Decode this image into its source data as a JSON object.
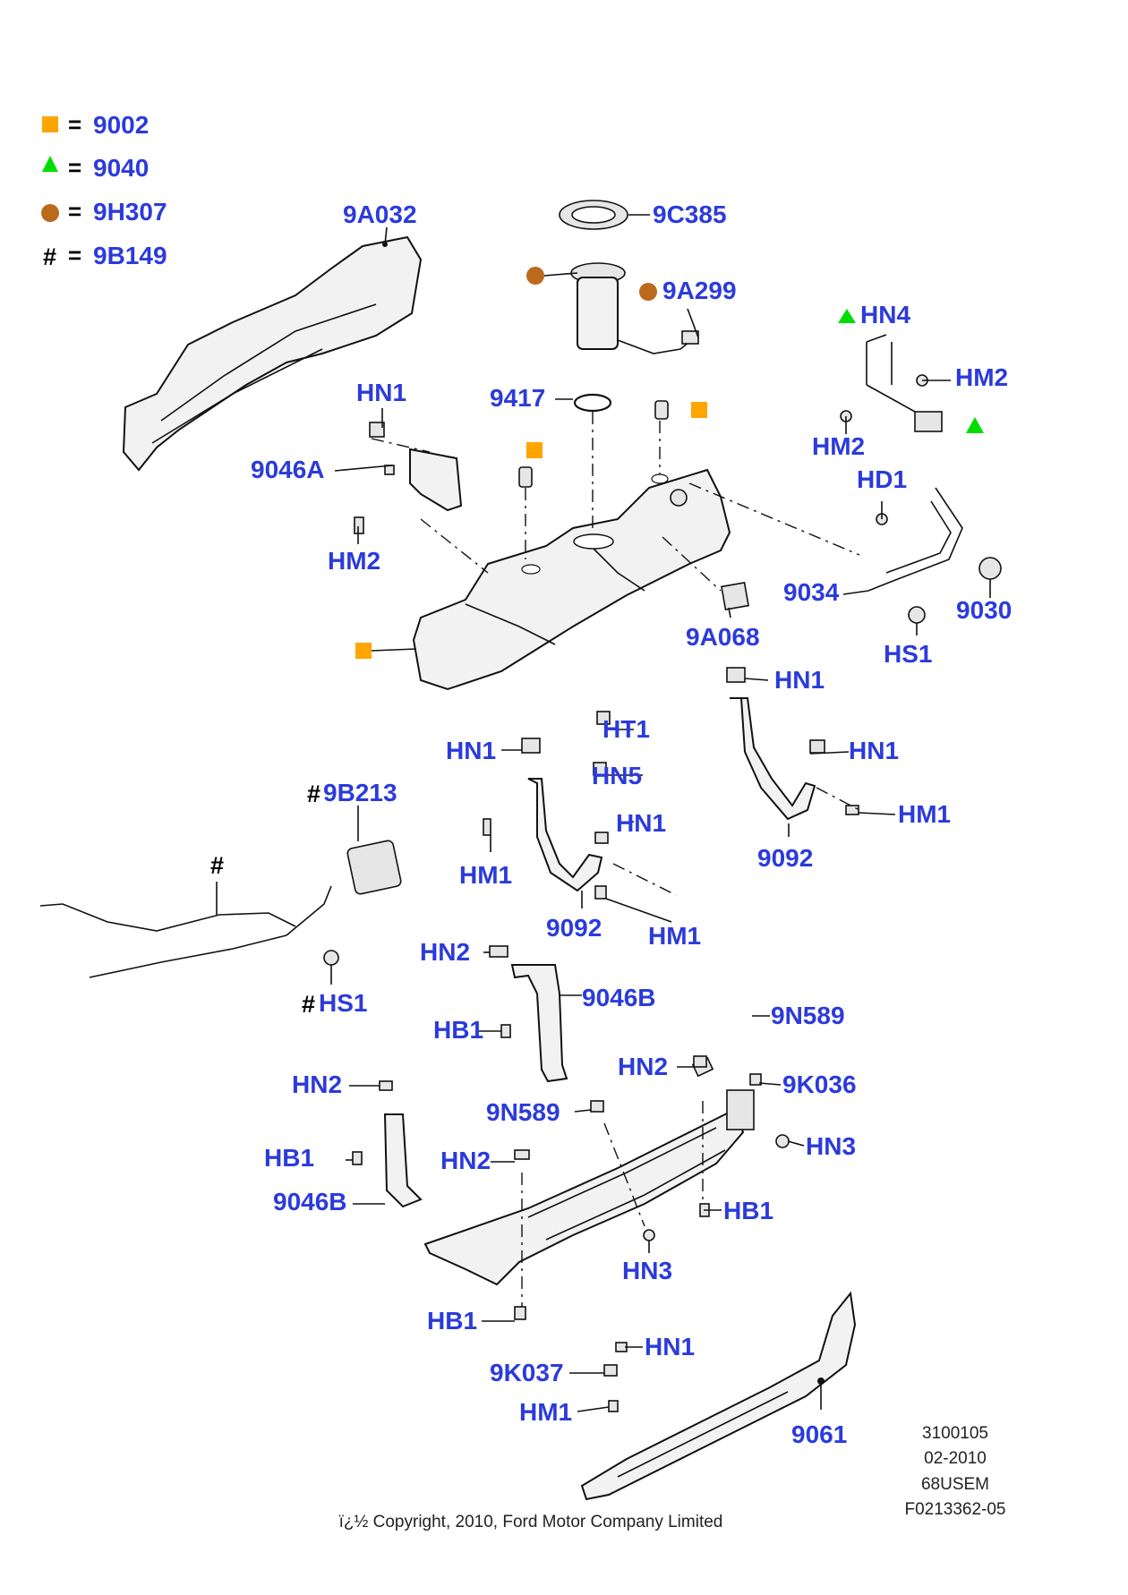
{
  "legend": [
    {
      "symbol": "square",
      "color": "#ffa500",
      "code": "9002"
    },
    {
      "symbol": "triangle",
      "color": "#00dd00",
      "code": "9040"
    },
    {
      "symbol": "circle",
      "color": "#bb6a1c",
      "code": "9H307"
    },
    {
      "symbol": "hash",
      "text": "#",
      "code": "9B149"
    }
  ],
  "legend_equals": "=",
  "labels": {
    "l_9A032": "9A032",
    "l_9C385": "9C385",
    "l_9A299": "9A299",
    "l_HN4": "HN4",
    "l_HM2_top": "HM2",
    "l_HM2_mid": "HM2",
    "l_HN1_strap": "HN1",
    "l_9046A": "9046A",
    "l_HM2_left": "HM2",
    "l_9417": "9417",
    "l_HD1": "HD1",
    "l_9034": "9034",
    "l_9030": "9030",
    "l_HS1": "HS1",
    "l_9A068": "9A068",
    "l_HN1_a": "HN1",
    "l_HT1": "HT1",
    "l_HN1_b": "HN1",
    "l_HN5": "HN5",
    "l_HN1_c": "HN1",
    "l_HM1_a": "HM1",
    "l_HN1_d": "HN1",
    "l_HM1_b": "HM1",
    "l_9092_a": "9092",
    "l_9092_b": "9092",
    "l_HM1_c": "HM1",
    "l_9B213": "9B213",
    "l_HS1_hash": "HS1",
    "l_HN2_a": "HN2",
    "l_9046B_a": "9046B",
    "l_HB1_a": "HB1",
    "l_9N589_a": "9N589",
    "l_HN2_b": "HN2",
    "l_9K036": "9K036",
    "l_HN2_c": "HN2",
    "l_9N589_b": "9N589",
    "l_HN3_a": "HN3",
    "l_HB1_b": "HB1",
    "l_HN2_d": "HN2",
    "l_9046B_b": "9046B",
    "l_HB1_c": "HB1",
    "l_HN3_b": "HN3",
    "l_HB1_d": "HB1",
    "l_HN1_e": "HN1",
    "l_9K037": "9K037",
    "l_HM1_d": "HM1",
    "l_9061": "9061"
  },
  "hash_marks": {
    "h1": "#",
    "h2": "#",
    "h3": "#"
  },
  "footer": {
    "codes": [
      "3100105",
      "02-2010",
      "68USEM",
      "F0213362-05"
    ],
    "copyright": "ï¿½ Copyright, 2010, Ford Motor Company Limited"
  }
}
